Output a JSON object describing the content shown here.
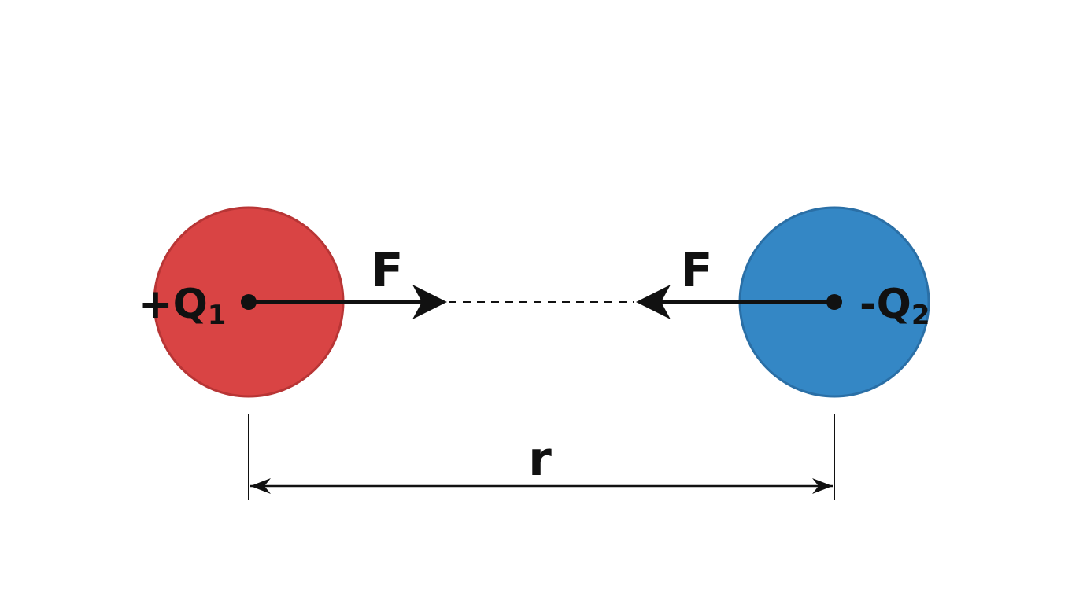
{
  "diagram": {
    "charges": [
      {
        "id": "q1",
        "sign": "+",
        "symbol": "Q",
        "subscript": "1",
        "color": "#d94444",
        "stroke": "#b83535"
      },
      {
        "id": "q2",
        "sign": "-",
        "symbol": "Q",
        "subscript": "2",
        "color": "#3487c5",
        "stroke": "#2a6fa6"
      }
    ],
    "forces": [
      {
        "label": "F",
        "direction": "right"
      },
      {
        "label": "F",
        "direction": "left"
      }
    ],
    "distance": {
      "label": "r"
    },
    "line_color": "#111111"
  }
}
